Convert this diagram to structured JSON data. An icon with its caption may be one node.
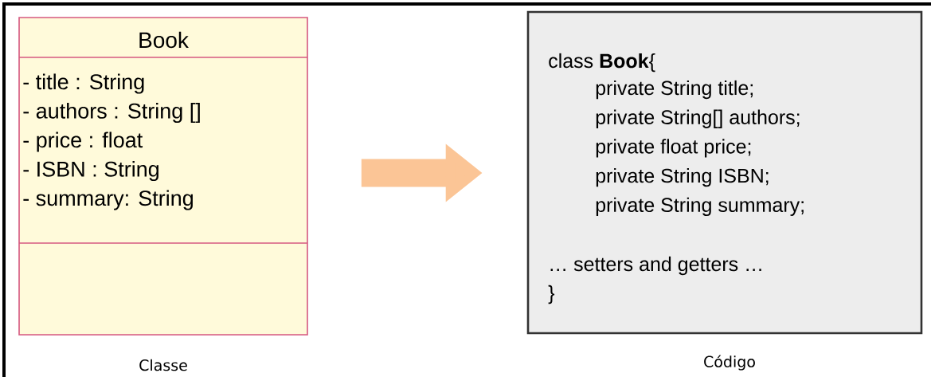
{
  "diagram": {
    "nodes": [
      {
        "text": [
          "Book",
          "- title : String",
          "- authors : String []",
          "- price : float",
          "- ISBN : String",
          "- summary: String"
        ],
        "beside": [
          "Classe"
        ]
      },
      {
        "text": [
          "class **Book**{",
          "private String title;",
          "private String[] authors;",
          "private float price;",
          "private String ISBN;",
          "private String summary;",
          "… setters and getters …",
          "}"
        ],
        "beside": [
          "Código"
        ]
      }
    ],
    "edges": [
      {
        "from": 0,
        "to": 1,
        "arrow": "to",
        "color": "#fbc596"
      }
    ]
  }
}
